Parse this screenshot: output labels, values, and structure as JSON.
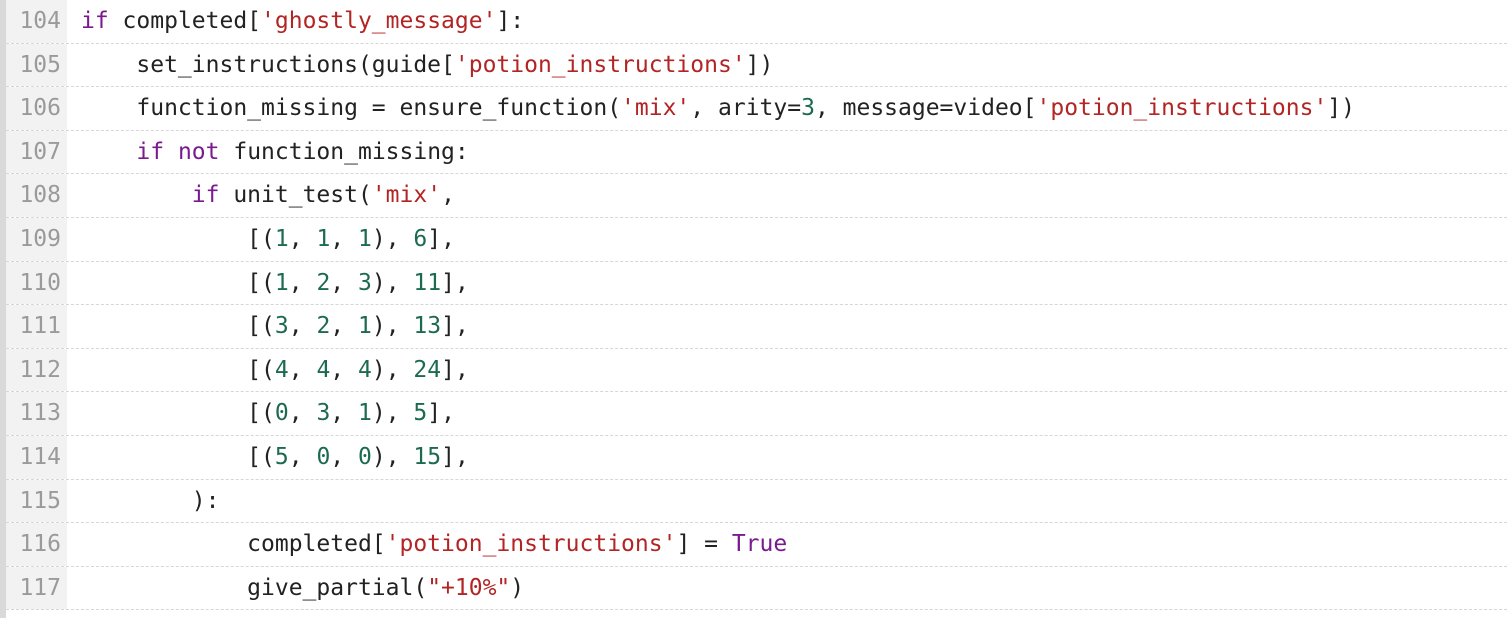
{
  "editor": {
    "colors": {
      "keyword": "#7a1a8f",
      "string": "#b32424",
      "number": "#1d6b4f",
      "plain": "#222222",
      "gutter_bg": "#f2f2f2",
      "gutter_text": "#9a9a9a"
    },
    "lines": [
      {
        "number": "104",
        "tokens": [
          {
            "t": "kw",
            "s": "if"
          },
          {
            "t": "plain",
            "s": " completed["
          },
          {
            "t": "str",
            "s": "'ghostly_message'"
          },
          {
            "t": "plain",
            "s": "]:"
          }
        ]
      },
      {
        "number": "105",
        "tokens": [
          {
            "t": "plain",
            "s": "    set_instructions(guide["
          },
          {
            "t": "str",
            "s": "'potion_instructions'"
          },
          {
            "t": "plain",
            "s": "])"
          }
        ]
      },
      {
        "number": "106",
        "tokens": [
          {
            "t": "plain",
            "s": "    function_missing = ensure_function("
          },
          {
            "t": "str",
            "s": "'mix'"
          },
          {
            "t": "plain",
            "s": ", arity="
          },
          {
            "t": "num",
            "s": "3"
          },
          {
            "t": "plain",
            "s": ", message=video["
          },
          {
            "t": "str",
            "s": "'potion_instructions'"
          },
          {
            "t": "plain",
            "s": "])"
          }
        ]
      },
      {
        "number": "107",
        "tokens": [
          {
            "t": "plain",
            "s": "    "
          },
          {
            "t": "kw",
            "s": "if"
          },
          {
            "t": "plain",
            "s": " "
          },
          {
            "t": "kw",
            "s": "not"
          },
          {
            "t": "plain",
            "s": " function_missing:"
          }
        ]
      },
      {
        "number": "108",
        "tokens": [
          {
            "t": "plain",
            "s": "        "
          },
          {
            "t": "kw",
            "s": "if"
          },
          {
            "t": "plain",
            "s": " unit_test("
          },
          {
            "t": "str",
            "s": "'mix'"
          },
          {
            "t": "plain",
            "s": ","
          }
        ]
      },
      {
        "number": "109",
        "tokens": [
          {
            "t": "plain",
            "s": "            [("
          },
          {
            "t": "num",
            "s": "1"
          },
          {
            "t": "plain",
            "s": ", "
          },
          {
            "t": "num",
            "s": "1"
          },
          {
            "t": "plain",
            "s": ", "
          },
          {
            "t": "num",
            "s": "1"
          },
          {
            "t": "plain",
            "s": "), "
          },
          {
            "t": "num",
            "s": "6"
          },
          {
            "t": "plain",
            "s": "],"
          }
        ]
      },
      {
        "number": "110",
        "tokens": [
          {
            "t": "plain",
            "s": "            [("
          },
          {
            "t": "num",
            "s": "1"
          },
          {
            "t": "plain",
            "s": ", "
          },
          {
            "t": "num",
            "s": "2"
          },
          {
            "t": "plain",
            "s": ", "
          },
          {
            "t": "num",
            "s": "3"
          },
          {
            "t": "plain",
            "s": "), "
          },
          {
            "t": "num",
            "s": "11"
          },
          {
            "t": "plain",
            "s": "],"
          }
        ]
      },
      {
        "number": "111",
        "tokens": [
          {
            "t": "plain",
            "s": "            [("
          },
          {
            "t": "num",
            "s": "3"
          },
          {
            "t": "plain",
            "s": ", "
          },
          {
            "t": "num",
            "s": "2"
          },
          {
            "t": "plain",
            "s": ", "
          },
          {
            "t": "num",
            "s": "1"
          },
          {
            "t": "plain",
            "s": "), "
          },
          {
            "t": "num",
            "s": "13"
          },
          {
            "t": "plain",
            "s": "],"
          }
        ]
      },
      {
        "number": "112",
        "tokens": [
          {
            "t": "plain",
            "s": "            [("
          },
          {
            "t": "num",
            "s": "4"
          },
          {
            "t": "plain",
            "s": ", "
          },
          {
            "t": "num",
            "s": "4"
          },
          {
            "t": "plain",
            "s": ", "
          },
          {
            "t": "num",
            "s": "4"
          },
          {
            "t": "plain",
            "s": "), "
          },
          {
            "t": "num",
            "s": "24"
          },
          {
            "t": "plain",
            "s": "],"
          }
        ]
      },
      {
        "number": "113",
        "tokens": [
          {
            "t": "plain",
            "s": "            [("
          },
          {
            "t": "num",
            "s": "0"
          },
          {
            "t": "plain",
            "s": ", "
          },
          {
            "t": "num",
            "s": "3"
          },
          {
            "t": "plain",
            "s": ", "
          },
          {
            "t": "num",
            "s": "1"
          },
          {
            "t": "plain",
            "s": "), "
          },
          {
            "t": "num",
            "s": "5"
          },
          {
            "t": "plain",
            "s": "],"
          }
        ]
      },
      {
        "number": "114",
        "tokens": [
          {
            "t": "plain",
            "s": "            [("
          },
          {
            "t": "num",
            "s": "5"
          },
          {
            "t": "plain",
            "s": ", "
          },
          {
            "t": "num",
            "s": "0"
          },
          {
            "t": "plain",
            "s": ", "
          },
          {
            "t": "num",
            "s": "0"
          },
          {
            "t": "plain",
            "s": "), "
          },
          {
            "t": "num",
            "s": "15"
          },
          {
            "t": "plain",
            "s": "],"
          }
        ]
      },
      {
        "number": "115",
        "tokens": [
          {
            "t": "plain",
            "s": "        ):"
          }
        ]
      },
      {
        "number": "116",
        "tokens": [
          {
            "t": "plain",
            "s": "            completed["
          },
          {
            "t": "str",
            "s": "'potion_instructions'"
          },
          {
            "t": "plain",
            "s": "] = "
          },
          {
            "t": "kw",
            "s": "True"
          }
        ]
      },
      {
        "number": "117",
        "tokens": [
          {
            "t": "plain",
            "s": "            give_partial("
          },
          {
            "t": "str",
            "s": "\"+10%\""
          },
          {
            "t": "plain",
            "s": ")"
          }
        ]
      }
    ]
  }
}
